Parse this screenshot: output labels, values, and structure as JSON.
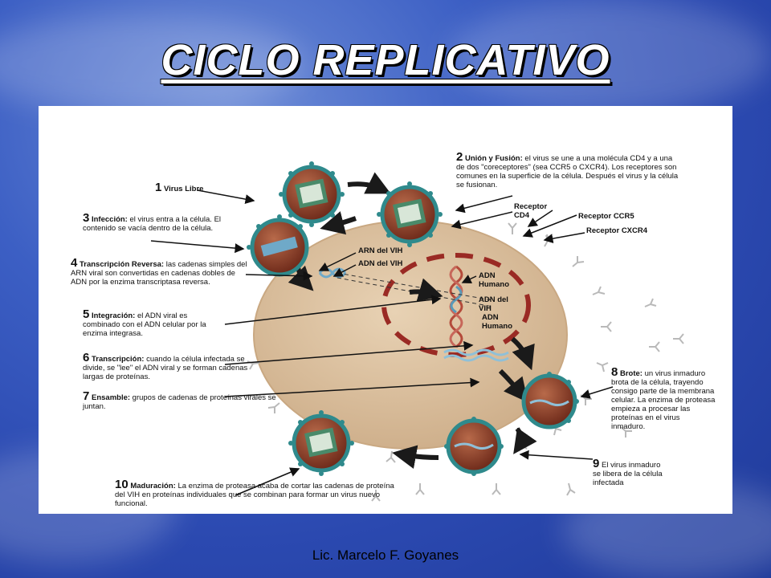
{
  "slide": {
    "title": "CICLO REPLICATIVO",
    "footer": "Lic. Marcelo F. Goyanes"
  },
  "diagram": {
    "steps": [
      {
        "num": "1",
        "head": "Virus Libre",
        "text": ""
      },
      {
        "num": "2",
        "head": "Unión y Fusión:",
        "text": "el virus se une a una molécula CD4 y a una de dos \"coreceptores\" (sea CCR5 o CXCR4). Los receptores son comunes en la superficie de la célula. Después el virus y la célula se fusionan."
      },
      {
        "num": "3",
        "head": "Infección:",
        "text": "el virus entra a la célula. El contenido se vacía dentro de la célula."
      },
      {
        "num": "4",
        "head": "Transcripción Reversa:",
        "text": "las cadenas simples del ARN viral son convertidas en cadenas dobles de ADN por la enzima transcriptasa reversa."
      },
      {
        "num": "5",
        "head": "Integración:",
        "text": "el ADN viral es combinado con el ADN celular por la enzima integrasa."
      },
      {
        "num": "6",
        "head": "Transcripción:",
        "text": "cuando la célula infectada se divide, se \"lee\" el ADN viral y se forman cadenas largas de proteínas."
      },
      {
        "num": "7",
        "head": "Ensamble:",
        "text": "grupos de cadenas de proteínas virales se juntan."
      },
      {
        "num": "8",
        "head": "Brote:",
        "text": "un virus inmaduro brota de la célula, trayendo consigo parte de la membrana celular. La enzima de proteasa empieza a procesar las proteínas en el virus inmaduro."
      },
      {
        "num": "9",
        "head": "",
        "text": "El virus inmaduro se libera de la célula infectada"
      },
      {
        "num": "10",
        "head": "Maduración:",
        "text": "La enzima de proteasa acaba de cortar las cadenas de proteína del VIH en proteínas individuales que se combinan para formar un virus nuevo funcional."
      }
    ],
    "labels": {
      "receptor_cd4": "Receptor CD4",
      "receptor_ccr5": "Receptor CCR5",
      "receptor_cxcr4": "Receptor CXCR4",
      "arn_vih": "ARN del VIH",
      "adn_vih": "ADN del VIH",
      "adn_humano_top": "ADN Humano",
      "adn_vih_center": "ADN del VIH",
      "adn_humano_bottom": "ADN Humano"
    },
    "colors": {
      "cell": "#dcc3a3",
      "nucleus_dash": "#9a2a24",
      "virus_ring": "#2f8a8c",
      "virus_core": "#8a3a26",
      "arrow": "#1a1a1a"
    }
  }
}
